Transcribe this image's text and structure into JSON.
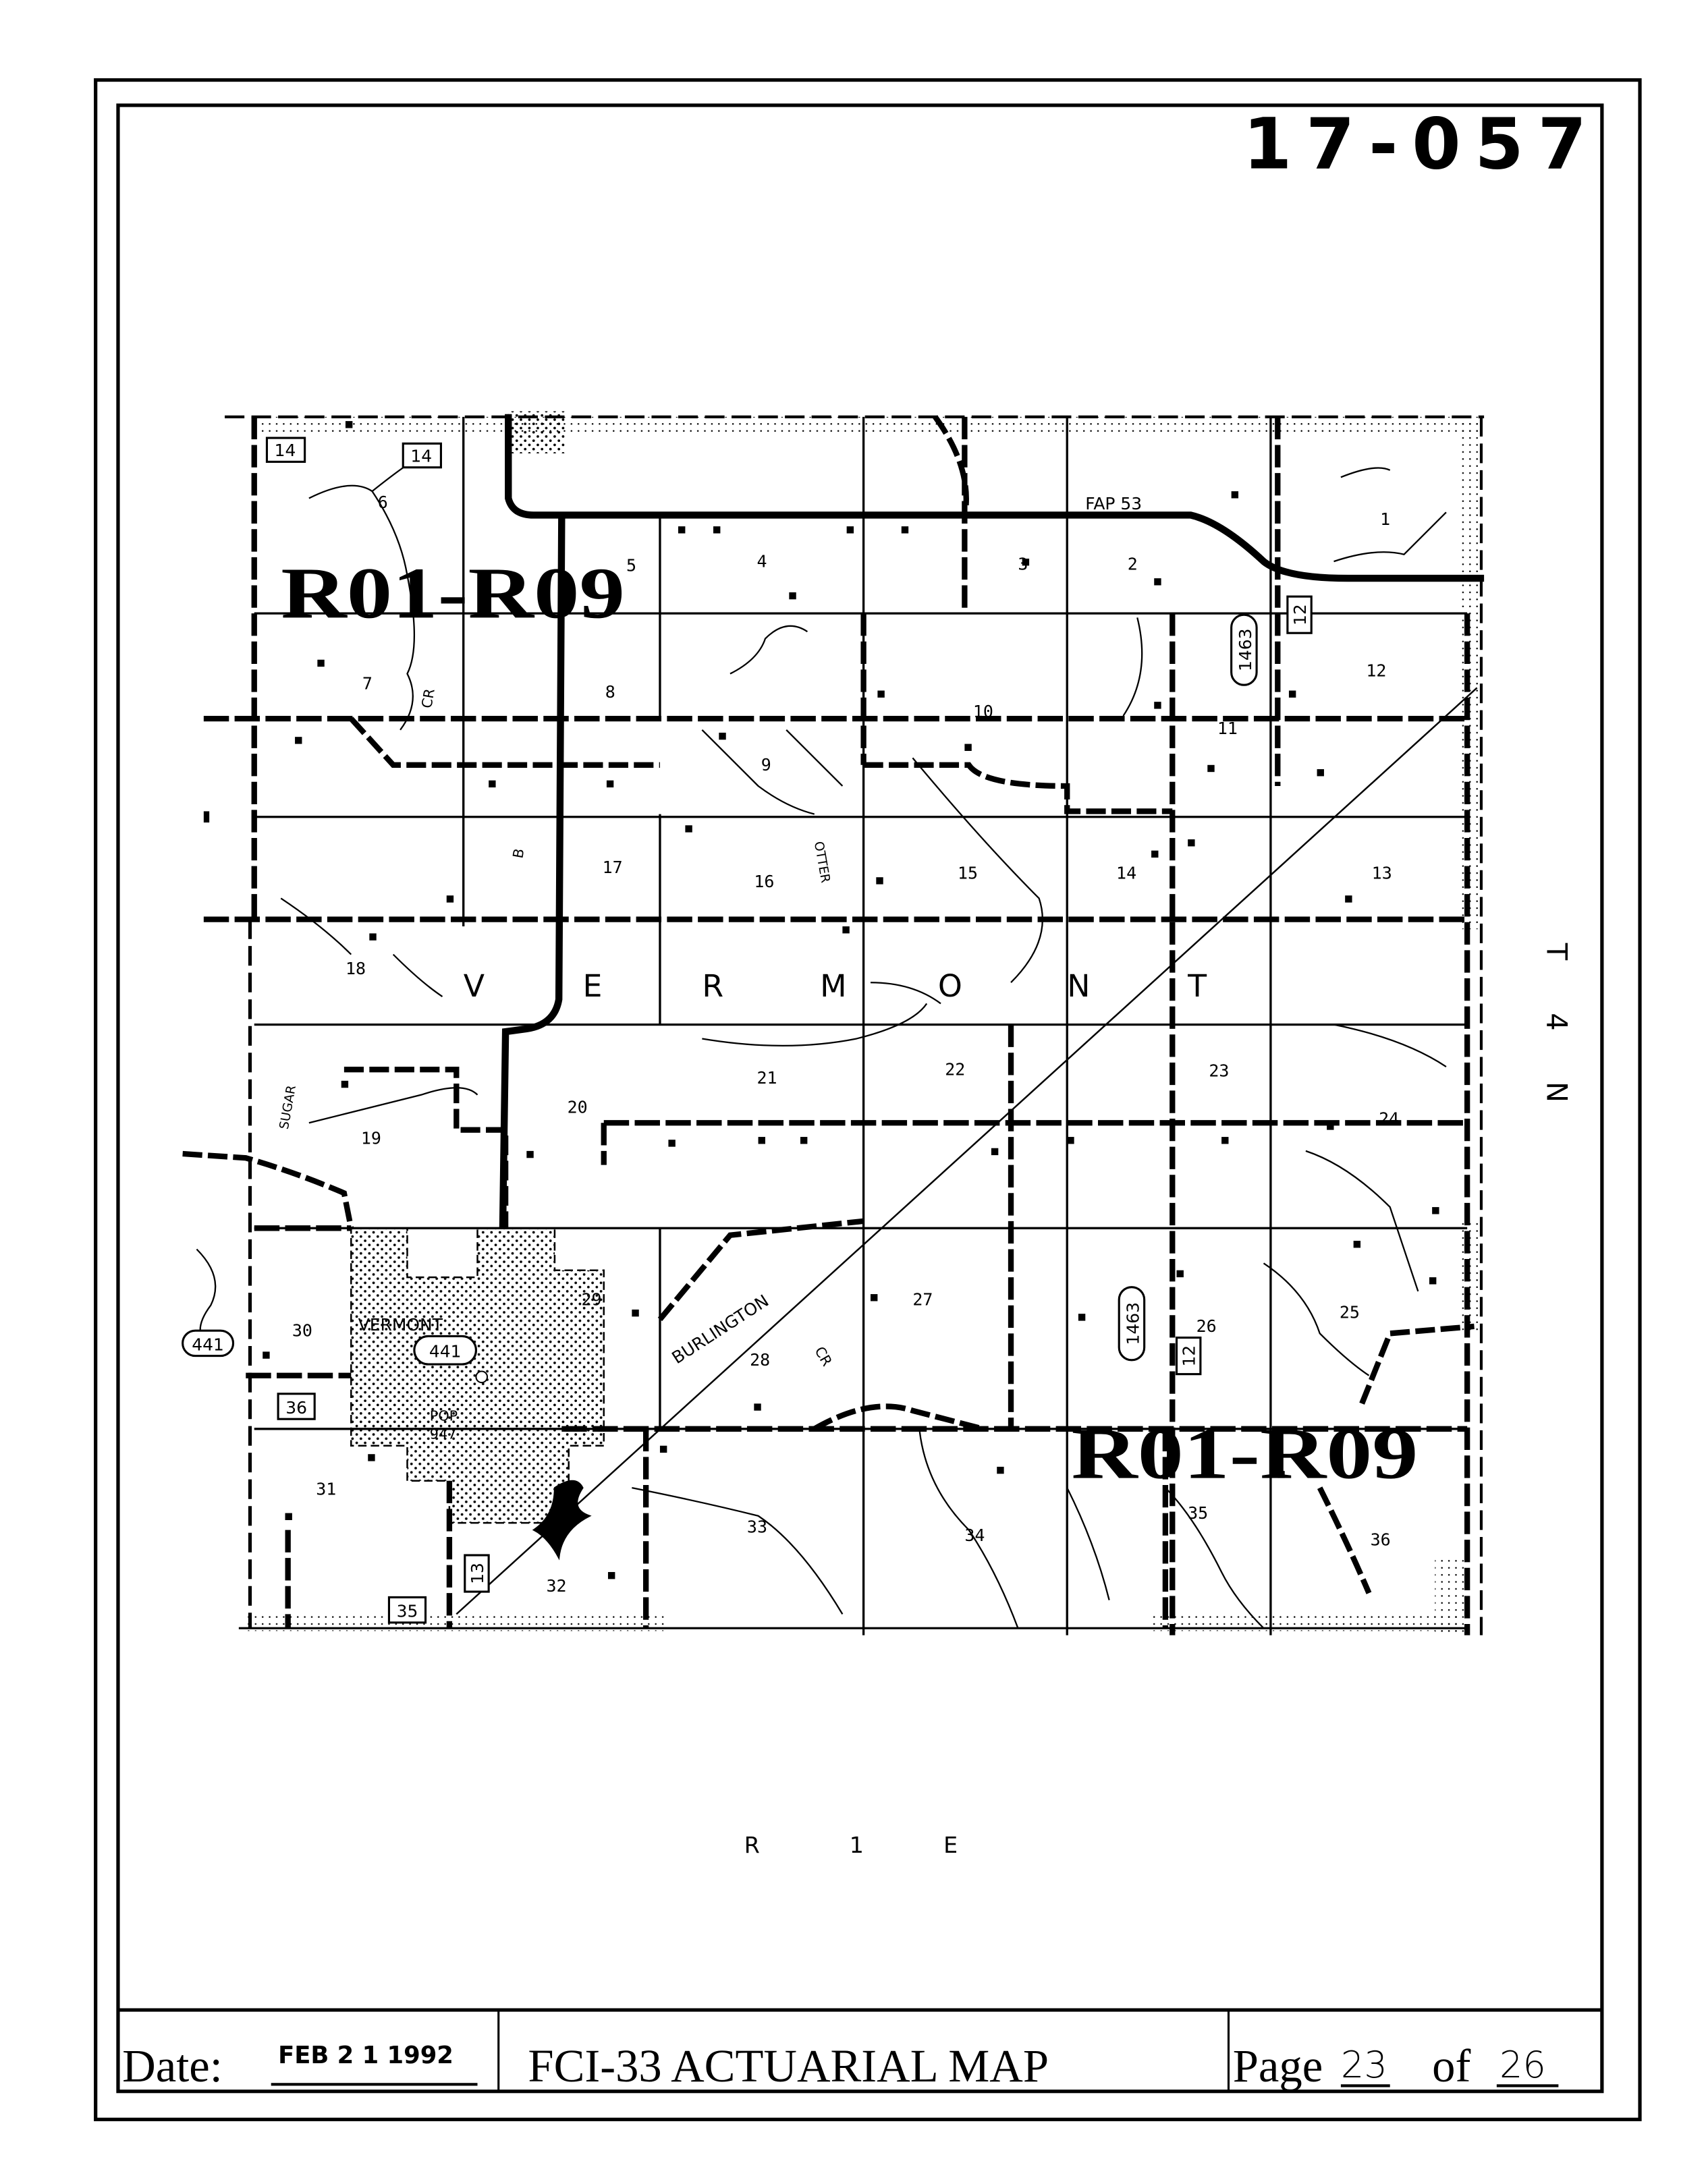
{
  "document_number": "17-057",
  "map": {
    "sections": [
      "1",
      "2",
      "3",
      "4",
      "5",
      "6",
      "7",
      "8",
      "9",
      "10",
      "11",
      "12",
      "13",
      "14",
      "15",
      "16",
      "17",
      "18",
      "19",
      "20",
      "21",
      "22",
      "23",
      "24",
      "25",
      "26",
      "27",
      "28",
      "29",
      "30",
      "31",
      "32",
      "33",
      "34",
      "35",
      "36"
    ],
    "township_letters": [
      "V",
      "E",
      "R",
      "M",
      "O",
      "N",
      "T"
    ],
    "route_shields": {
      "r14a": "14",
      "r14b": "14",
      "r12a": "12",
      "r12b": "12",
      "r1463a": "1463",
      "r1463b": "1463",
      "r441a": "441",
      "r441b": "441",
      "r36": "36",
      "r13": "13",
      "r35": "35"
    },
    "highway_label": "FAP 53",
    "town_name": "VERMONT",
    "population_label": "POP",
    "population_value": "947",
    "railroad_label": "BURLINGTON",
    "creek_labels": {
      "sugar": "SUGAR",
      "cr1": "CR",
      "cr2": "CR",
      "otter": "OTTER",
      "b": "B"
    },
    "risk_zone_labels": [
      "R01-R09",
      "R01-R09"
    ]
  },
  "township_label": [
    "T",
    "4",
    "N"
  ],
  "range_label": [
    "R",
    "1",
    "E"
  ],
  "footer": {
    "date_label": "Date:",
    "date_value": "FEB 2 1 1992",
    "title": "FCI-33 ACTUARIAL MAP",
    "page_label": "Page",
    "page_current": "23",
    "page_of": "of",
    "page_total": "26"
  }
}
